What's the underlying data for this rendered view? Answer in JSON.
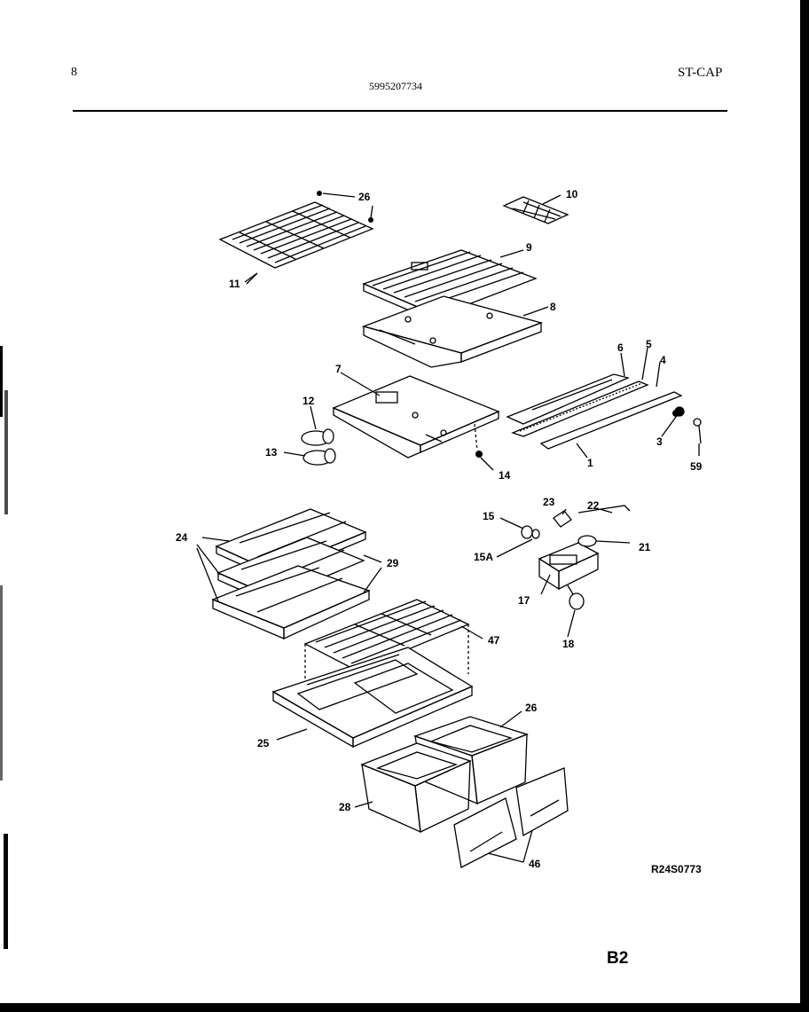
{
  "header": {
    "page_number": "8",
    "document_number": "5995207734",
    "model_code": "ST-CAP"
  },
  "diagram": {
    "reference_code": "R24S0773",
    "sheet_id": "B2",
    "callouts": {
      "c1": "1",
      "c3": "3",
      "c4": "4",
      "c5": "5",
      "c6": "6",
      "c7": "7",
      "c8": "8",
      "c9": "9",
      "c10": "10",
      "c11": "11",
      "c12": "12",
      "c13": "13",
      "c14": "14",
      "c15": "15",
      "c15a": "15A",
      "c17": "17",
      "c18": "18",
      "c21": "21",
      "c22": "22",
      "c23": "23",
      "c24": "24",
      "c25": "25",
      "c26a": "26",
      "c26b": "26",
      "c28": "28",
      "c29": "29",
      "c46": "46",
      "c47": "47",
      "c59": "59"
    }
  }
}
